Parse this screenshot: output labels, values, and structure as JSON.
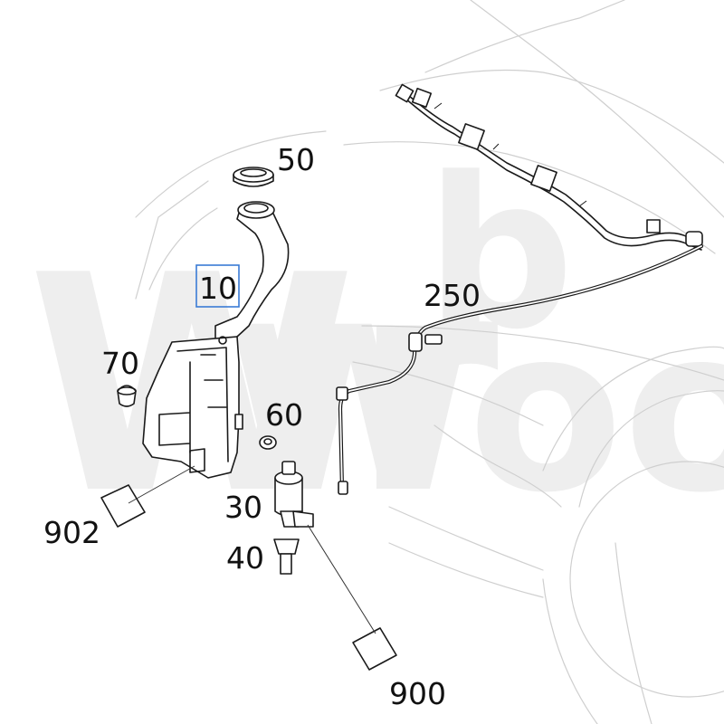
{
  "watermark": {
    "line1": "Wr",
    "line2": "Wooba",
    "line3": "b"
  },
  "callouts": [
    {
      "id": "50",
      "label": "50"
    },
    {
      "id": "10",
      "label": "10",
      "highlighted": true
    },
    {
      "id": "250",
      "label": "250"
    },
    {
      "id": "70",
      "label": "70"
    },
    {
      "id": "60",
      "label": "60"
    },
    {
      "id": "30",
      "label": "30"
    },
    {
      "id": "40",
      "label": "40"
    },
    {
      "id": "902",
      "label": "902"
    },
    {
      "id": "900",
      "label": "900"
    }
  ],
  "colors": {
    "highlight": "#3a7bd5",
    "line": "#1a1a1a",
    "ghost": "#cfcfcf",
    "watermark": "#eeeeee"
  }
}
